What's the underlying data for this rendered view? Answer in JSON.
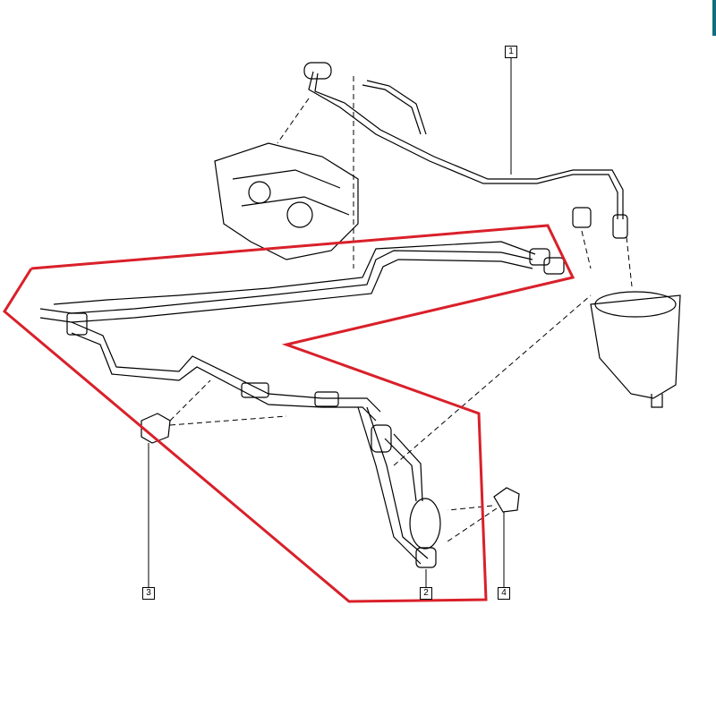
{
  "diagram": {
    "callouts": [
      {
        "id": "1",
        "label": "1"
      },
      {
        "id": "2",
        "label": "2"
      },
      {
        "id": "3",
        "label": "3"
      },
      {
        "id": "4",
        "label": "4"
      }
    ],
    "highlight_color": "#d9202a",
    "line_color": "#000000"
  }
}
